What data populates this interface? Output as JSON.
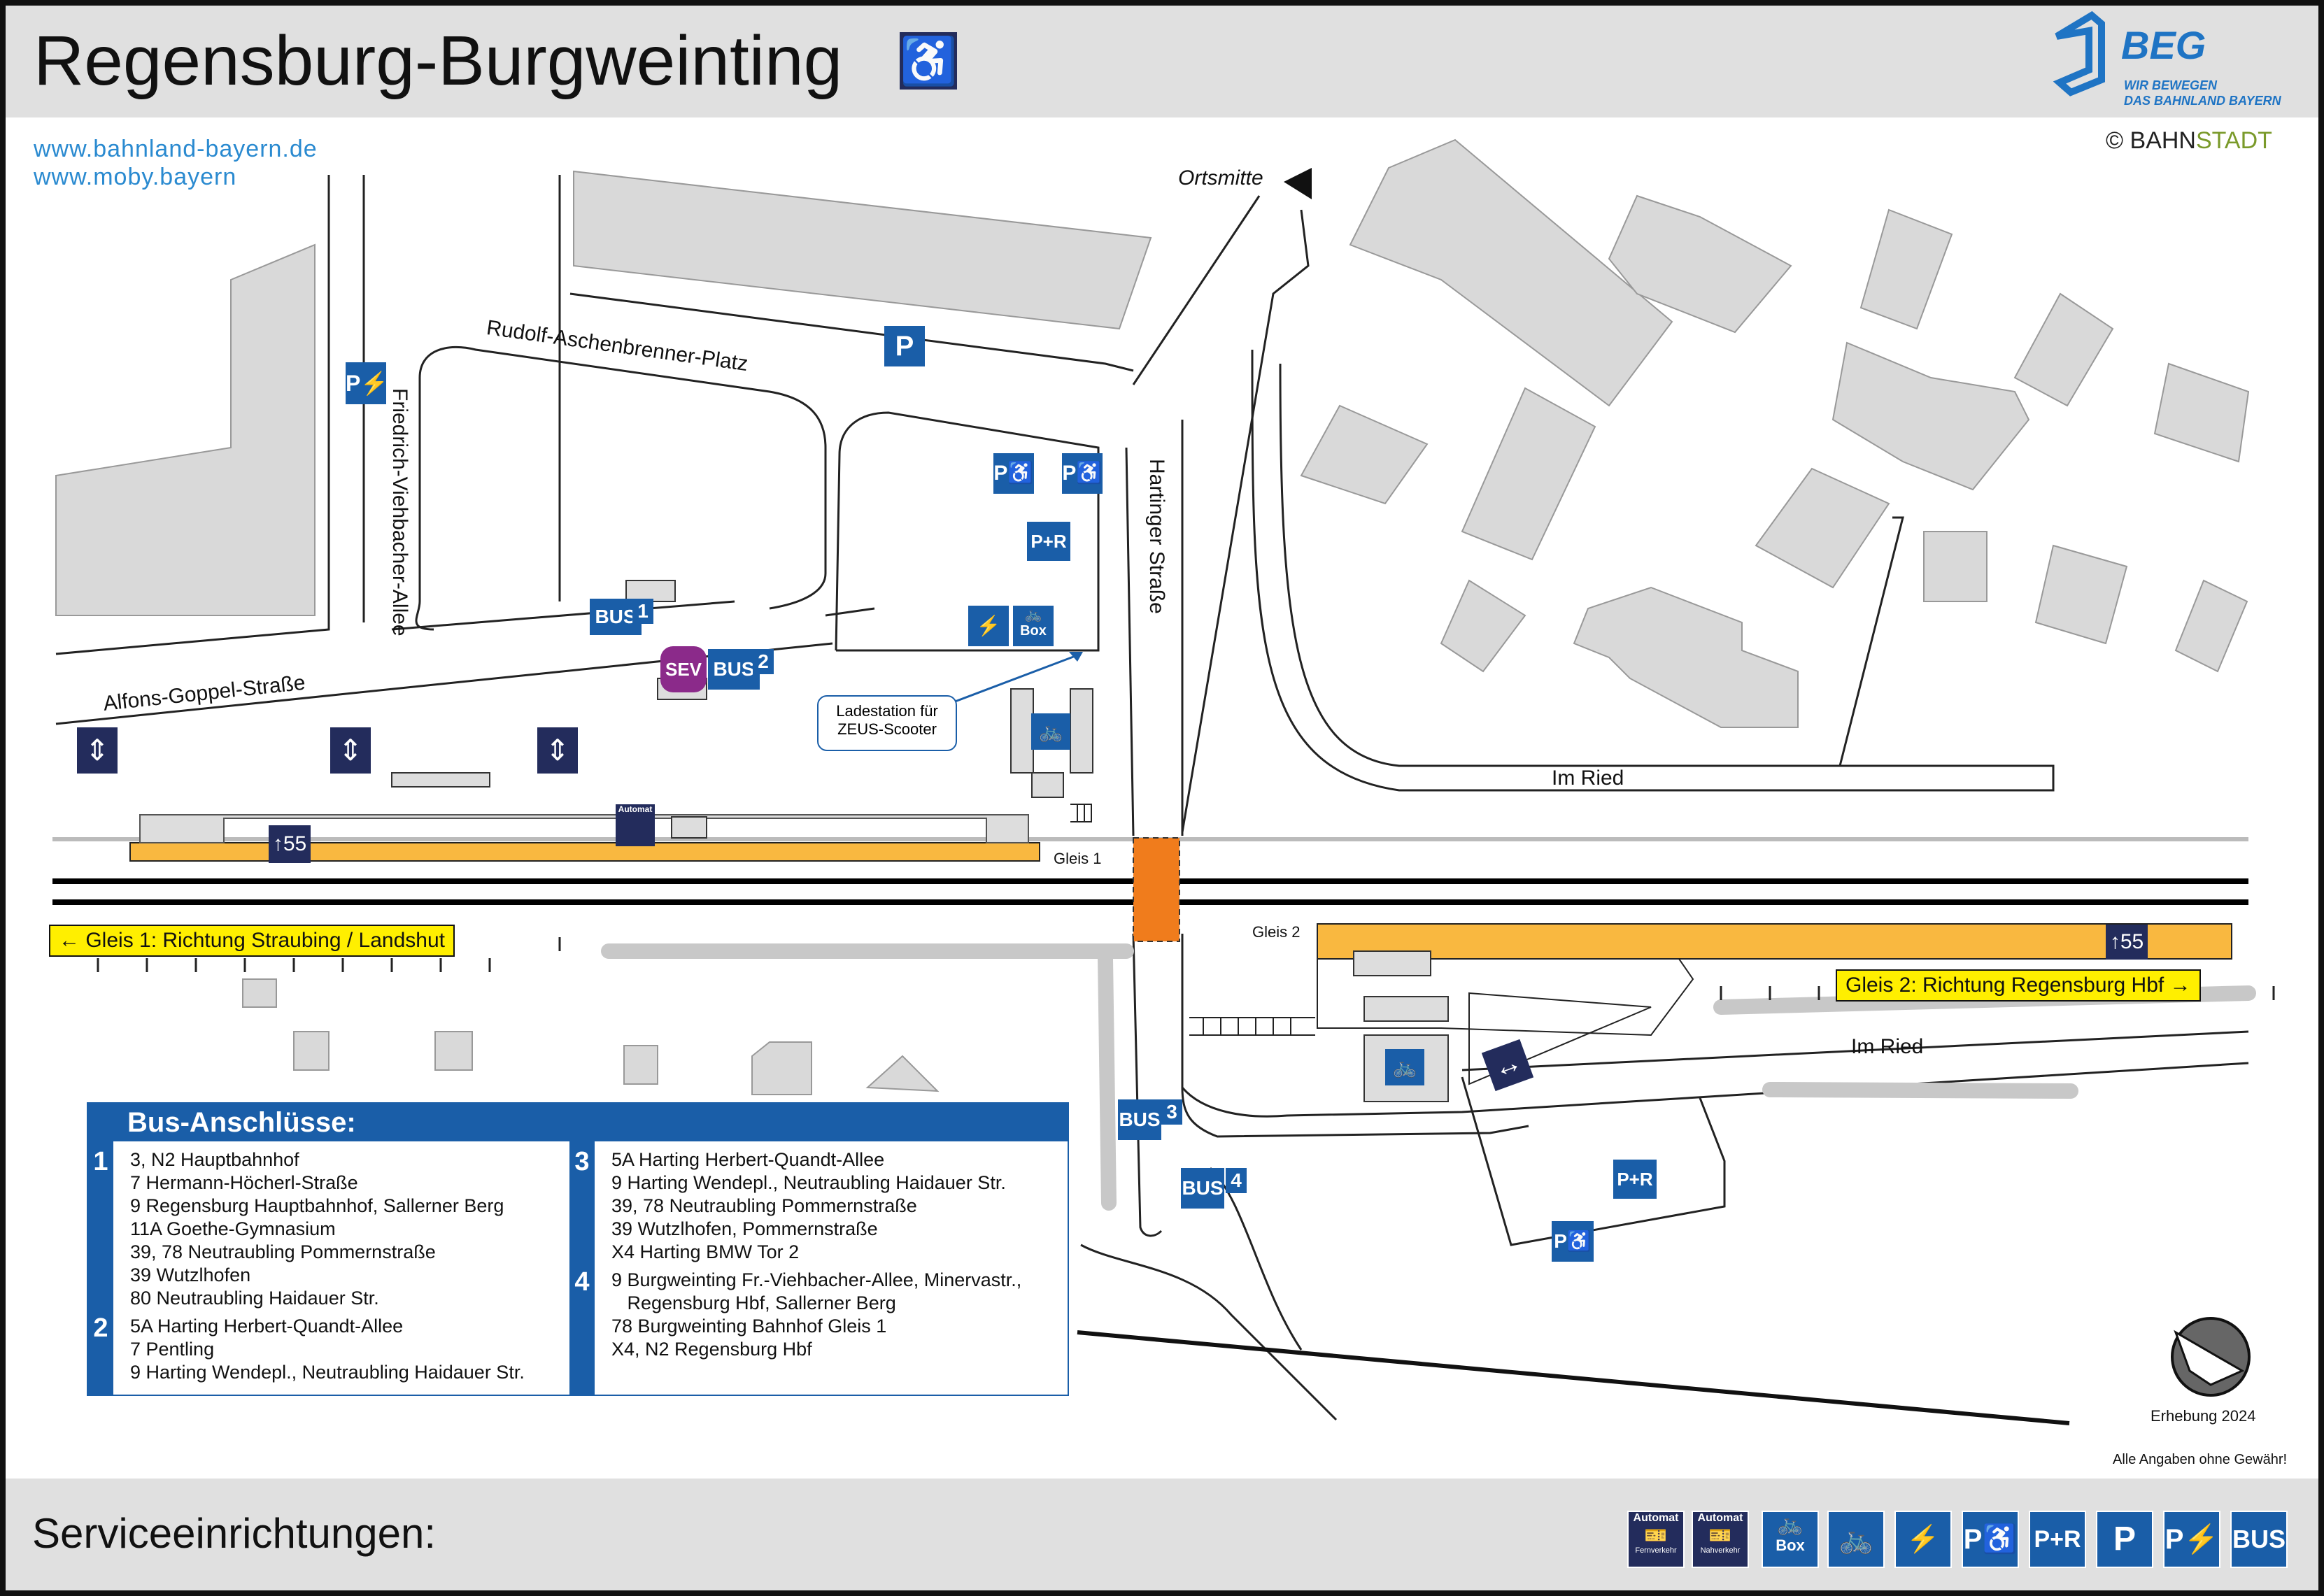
{
  "header": {
    "title": "Regensburg-Burgweinting",
    "wheelchair_icon": "wheelchair-icon",
    "logo_text": "BEG",
    "logo_slogan_1": "WIR BEWEGEN",
    "logo_slogan_2": "DAS BAHNLAND BAYERN"
  },
  "links": {
    "link_1": "www.bahnland-bayern.de",
    "link_2": "www.moby.bayern"
  },
  "copyright": {
    "symbol": "©",
    "bahn": "BAHN",
    "stadt": "STADT"
  },
  "streets": {
    "ortsmitte": "Ortsmitte",
    "rudolf": "Rudolf-Aschenbrenner-Platz",
    "friedrich": "Friedrich-Viehbacher-Allee",
    "alfons": "Alfons-Goppel-Straße",
    "hartinger": "Hartinger Straße",
    "im_ried_1": "Im Ried",
    "im_ried_2": "Im Ried"
  },
  "tracks": {
    "gleis_1": "Gleis 1",
    "gleis_2": "Gleis 2",
    "direction_1": "Gleis 1: Richtung Straubing / Landshut",
    "direction_2": "Gleis 2: Richtung Regensburg Hbf",
    "arrow_left": "←",
    "arrow_right": "→",
    "platform_height_1": "55",
    "platform_height_2": "55"
  },
  "signs": {
    "bus_1": "BUS",
    "bus_1_num": "1",
    "bus_2": "BUS",
    "bus_2_num": "2",
    "bus_3": "BUS",
    "bus_3_num": "3",
    "bus_4": "BUS",
    "bus_4_num": "4",
    "sev": "SEV",
    "parking": "P",
    "park_ride_1": "P+R",
    "park_ride_2": "P+R",
    "box": "Box",
    "automat": "Automat",
    "ladestation": "Ladestation für\nZEUS-Scooter"
  },
  "bus_panel": {
    "title": "Bus-Anschlüsse:",
    "groups": [
      {
        "num": "1",
        "lines": [
          "3, N2 Hauptbahnhof",
          "7 Hermann-Höcherl-Straße",
          "9 Regensburg Hauptbahnhof, Sallerner Berg",
          "11A Goethe-Gymnasium",
          "39, 78 Neutraubling Pommernstraße",
          "39 Wutzlhofen",
          "80 Neutraubling Haidauer Str."
        ]
      },
      {
        "num": "2",
        "lines": [
          "5A Harting Herbert-Quandt-Allee",
          "7 Pentling",
          "9 Harting Wendepl., Neutraubling Haidauer Str."
        ]
      },
      {
        "num": "3",
        "lines": [
          "5A Harting Herbert-Quandt-Allee",
          "9 Harting Wendepl., Neutraubling Haidauer Str.",
          "39, 78 Neutraubling Pommernstraße",
          "39 Wutzlhofen, Pommernstraße",
          "X4 Harting BMW Tor 2"
        ]
      },
      {
        "num": "4",
        "lines": [
          "9 Burgweinting Fr.-Viehbacher-Allee, Minervastr.,",
          "   Regensburg Hbf, Sallerner Berg",
          "78 Burgweinting Bahnhof Gleis 1",
          "X4, N2 Regensburg Hbf"
        ]
      }
    ]
  },
  "notes": {
    "erhebung": "Erhebung 2024",
    "disclaimer": "Alle Angaben ohne Gewähr!"
  },
  "footer": {
    "title": "Serviceeinrichtungen:",
    "icons": [
      {
        "name": "ticket-machine-long-distance-icon",
        "top": "Automat",
        "bottom": "Fernverkehr"
      },
      {
        "name": "ticket-machine-regional-icon",
        "top": "Automat",
        "bottom": "Nahverkehr"
      },
      {
        "name": "bike-box-icon",
        "top": "",
        "bottom": "Box"
      },
      {
        "name": "bike-parking-icon",
        "top": "",
        "bottom": ""
      },
      {
        "name": "e-bike-charging-icon",
        "top": "",
        "bottom": ""
      },
      {
        "name": "accessible-parking-icon",
        "top": "",
        "bottom": "P"
      },
      {
        "name": "park-and-ride-icon",
        "top": "",
        "bottom": "P+R"
      },
      {
        "name": "parking-icon",
        "top": "",
        "bottom": "P"
      },
      {
        "name": "e-car-charging-icon",
        "top": "",
        "bottom": "P"
      },
      {
        "name": "bus-stop-icon",
        "top": "",
        "bottom": "BUS"
      }
    ]
  },
  "colors": {
    "accent_blue": "#1a5ea8",
    "dark_navy": "#232c5c",
    "platform": "#f9b840",
    "crossing": "#f07c1c",
    "sign_yellow": "#ffef00",
    "building": "#d9d9d9"
  }
}
